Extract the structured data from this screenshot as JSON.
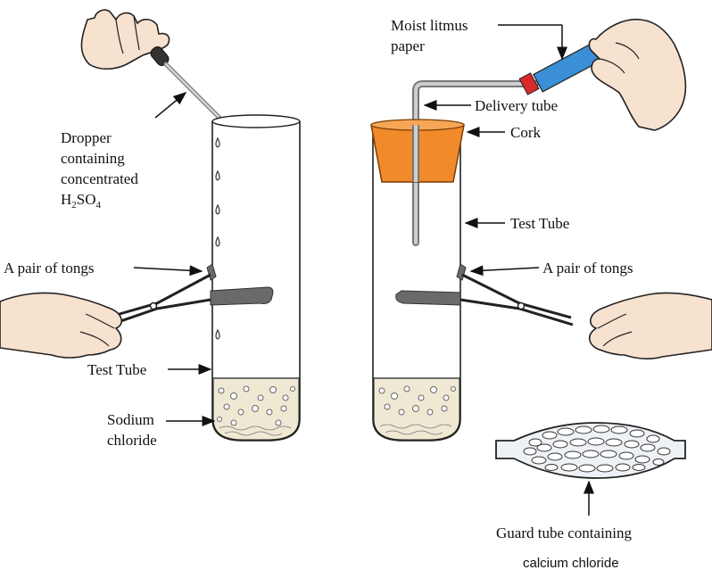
{
  "labels": {
    "dropper_line1": "Dropper",
    "dropper_line2": "containing",
    "dropper_line3": "concentrated",
    "acid_h": "H",
    "acid_h_sub": "2",
    "acid_so": "SO",
    "acid_so_sub": "4",
    "tongs_left": "A pair of tongs",
    "test_tube_left": "Test Tube",
    "sodium_line1": "Sodium",
    "sodium_line2": "chloride",
    "litmus_line1": "Moist litmus",
    "litmus_line2": "paper",
    "delivery_tube": "Delivery tube",
    "cork": "Cork",
    "test_tube_right": "Test Tube",
    "tongs_right": "A pair of tongs",
    "guard_line1": "Guard tube containing",
    "guard_line2": "calcium chloride"
  },
  "colors": {
    "outline": "#222222",
    "skin": "#f7e1cf",
    "cork": "#f08a2a",
    "litmus_blue": "#3a8fd6",
    "litmus_red": "#d8282a",
    "tongs": "#6a6a6a",
    "salt": "#efe9d4",
    "tube_metal": "#bdbdbd"
  }
}
